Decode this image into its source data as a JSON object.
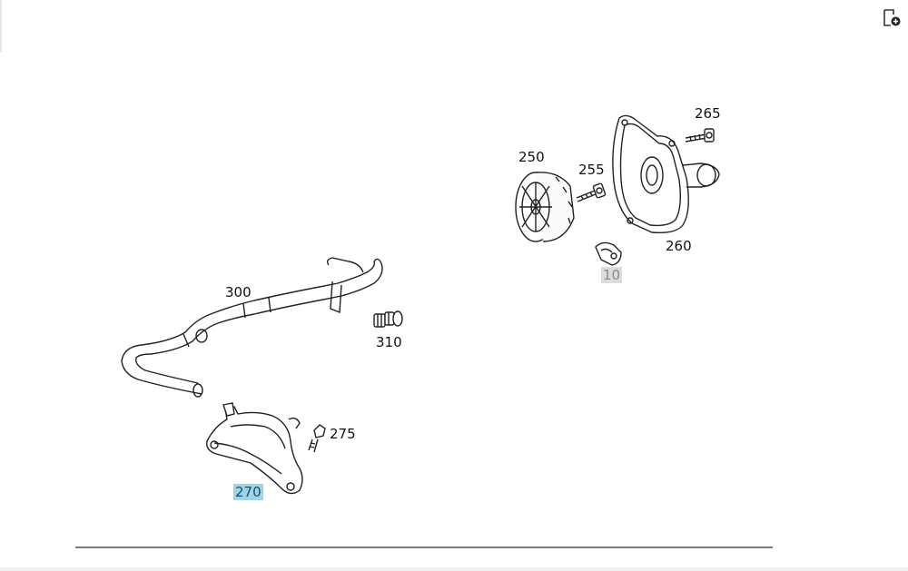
{
  "toolbar": {
    "page_icon": "page-add-icon"
  },
  "diagram": {
    "labels": {
      "l250": "250",
      "l255": "255",
      "l260": "260",
      "l265": "265",
      "l10": "10",
      "l300": "300",
      "l310": "310",
      "l275": "275",
      "l270": "270"
    },
    "selected_part": "270",
    "highlight_color": "#9fd3e8"
  }
}
